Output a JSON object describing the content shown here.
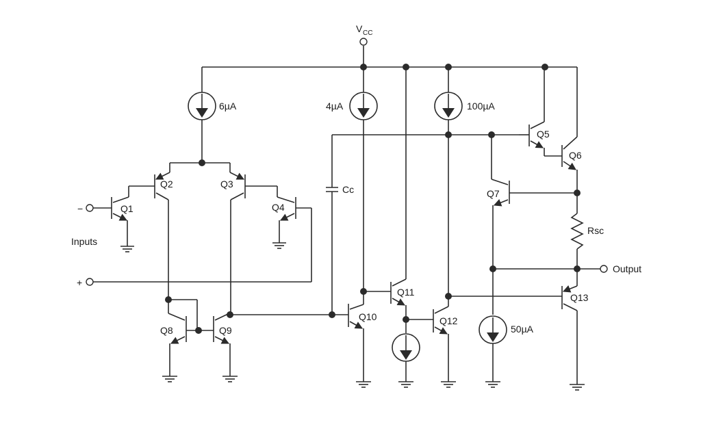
{
  "colors": {
    "line": "#2b2b2b",
    "background": "#ffffff"
  },
  "supply": {
    "main": "V",
    "sub": "CC"
  },
  "labels": {
    "inputs": "Inputs",
    "minus": "−",
    "plus": "+",
    "output": "Output"
  },
  "current_sources": [
    {
      "id": "cs6",
      "value": "6µA"
    },
    {
      "id": "cs4",
      "value": "4µA"
    },
    {
      "id": "cs100",
      "value": "100µA"
    },
    {
      "id": "cs50",
      "value": "50µA"
    },
    {
      "id": "cs11",
      "value": ""
    }
  ],
  "transistors": [
    "Q1",
    "Q2",
    "Q3",
    "Q4",
    "Q5",
    "Q6",
    "Q7",
    "Q8",
    "Q9",
    "Q10",
    "Q11",
    "Q12",
    "Q13"
  ],
  "capacitor": "Cc",
  "resistor": "Rsc"
}
